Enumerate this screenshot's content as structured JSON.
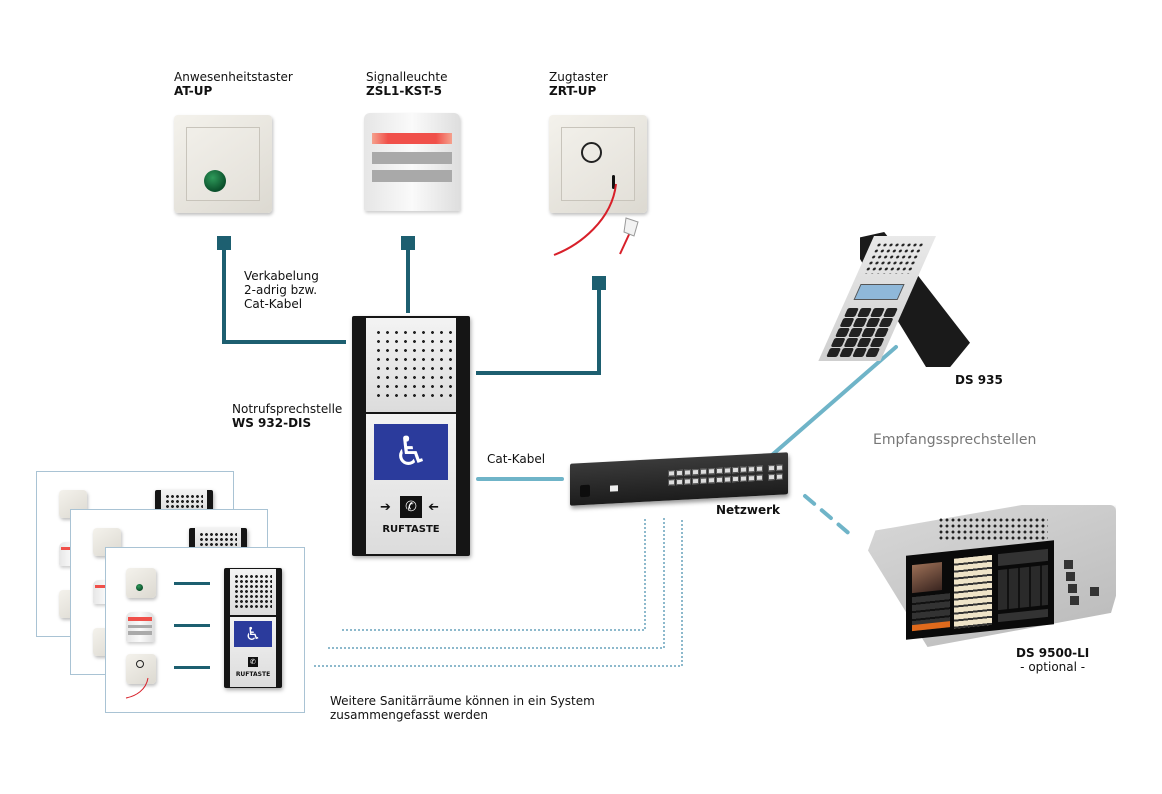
{
  "devices": {
    "presence_button": {
      "title": "Anwesenheitstaster",
      "model": "AT-UP"
    },
    "signal_light": {
      "title": "Signalleuchte",
      "model": "ZSL1-KST-5"
    },
    "pull_switch": {
      "title": "Zugtaster",
      "model": "ZRT-UP"
    },
    "emergency_station": {
      "title": "Notrufsprechstelle",
      "model": "WS 932-DIS",
      "button_label": "RUFTASTE"
    },
    "desk_station_935": {
      "model": "DS 935"
    },
    "desk_station_9500": {
      "model": "DS 9500-LI",
      "note": "- optional -"
    },
    "network_switch": {
      "label": "Netzwerk"
    }
  },
  "wiring_note": {
    "line1": "Verkabelung",
    "line2": "2-adrig bzw.",
    "line3": "Cat-Kabel"
  },
  "cat_cable_label": "Cat-Kabel",
  "receiving_stations_label": "Empfangssprechstellen",
  "more_rooms_note": {
    "line1": "Weitere Sanitärräume können in ein System",
    "line2": "zusammengefasst werden"
  },
  "mini_station_button_label": "RUFTASTE",
  "colors": {
    "wire_dark": "#1d5f70",
    "wire_light": "#6fb4c8",
    "dotted_line": "#8db9cc",
    "accessibility_blue": "#2b3b9c",
    "lamp_red": "#f0504a",
    "button_green": "#0b6a3a",
    "label_gray": "#777777"
  },
  "icons": {
    "accessibility": "wheelchair-icon",
    "call": "phone-icon",
    "arrow_right": "arrow-right-icon",
    "arrow_left": "arrow-left-icon"
  }
}
